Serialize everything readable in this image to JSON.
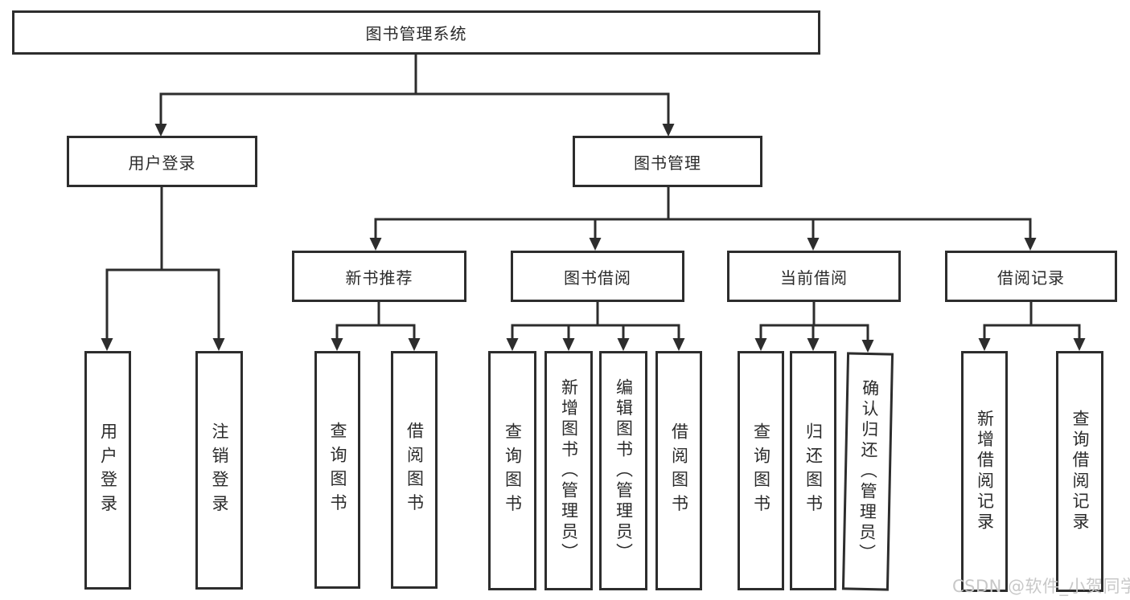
{
  "diagram": {
    "root": {
      "label": "图书管理系统"
    },
    "branches": [
      {
        "label": "用户登录",
        "children": [
          {
            "label": "用户登录"
          },
          {
            "label": "注销登录"
          }
        ]
      },
      {
        "label": "图书管理",
        "children": [
          {
            "label": "新书推荐",
            "children": [
              {
                "label": "查询图书"
              },
              {
                "label": "借阅图书"
              }
            ]
          },
          {
            "label": "图书借阅",
            "children": [
              {
                "label": "查询图书"
              },
              {
                "label": "新增图书（管理员）"
              },
              {
                "label": "编辑图书（管理员）"
              },
              {
                "label": "借阅图书"
              }
            ]
          },
          {
            "label": "当前借阅",
            "children": [
              {
                "label": "查询图书"
              },
              {
                "label": "归还图书"
              },
              {
                "label": "确认归还（管理员）"
              }
            ]
          },
          {
            "label": "借阅记录",
            "children": [
              {
                "label": "新增借阅记录"
              },
              {
                "label": "查询借阅记录"
              }
            ]
          }
        ]
      }
    ],
    "colors": {
      "line": "#2d2d2d",
      "text": "#2b2b2b",
      "background": "#ffffff",
      "watermark": "#c8c8c8"
    }
  },
  "watermark": {
    "text": "CSDN @软件_小贺同学"
  }
}
